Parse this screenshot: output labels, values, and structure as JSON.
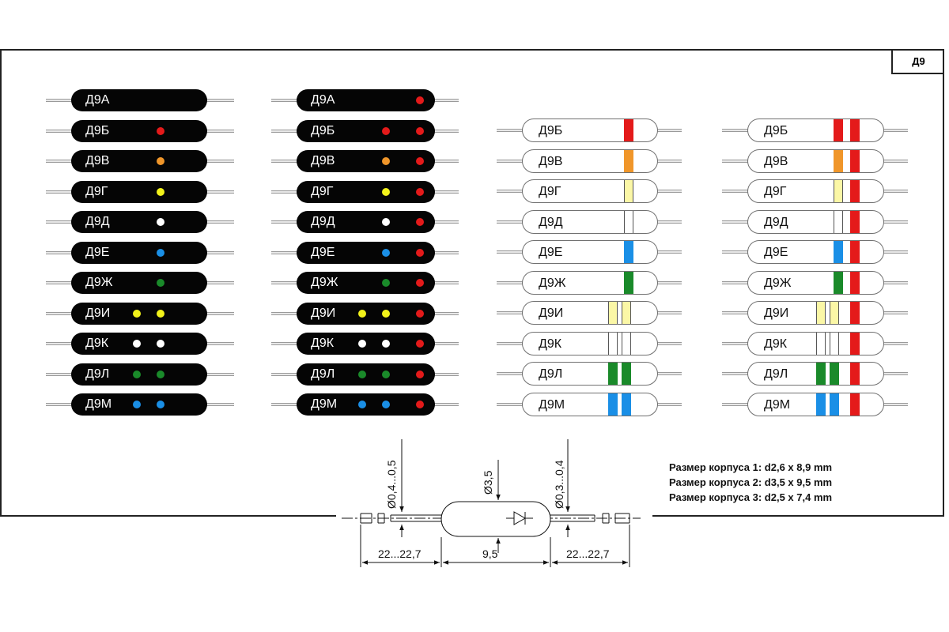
{
  "title": "Д9",
  "colors": {
    "red": "#e41a1a",
    "orange": "#f0962a",
    "yellow": "#f2f21a",
    "white": "#ffffff",
    "blue": "#1a8fe6",
    "green": "#1a8a2a",
    "pale_yellow": "#fbf7a6",
    "band_white": "#ffffff"
  },
  "columns": [
    {
      "style": "black",
      "cathode_dot": false,
      "rows": [
        {
          "label": "Д9А",
          "marks": []
        },
        {
          "label": "Д9Б",
          "marks": [
            "red"
          ]
        },
        {
          "label": "Д9В",
          "marks": [
            "orange"
          ]
        },
        {
          "label": "Д9Г",
          "marks": [
            "yellow"
          ]
        },
        {
          "label": "Д9Д",
          "marks": [
            "white"
          ]
        },
        {
          "label": "Д9Е",
          "marks": [
            "blue"
          ]
        },
        {
          "label": "Д9Ж",
          "marks": [
            "green"
          ]
        },
        {
          "label": "Д9И",
          "marks": [
            "yellow",
            "yellow"
          ]
        },
        {
          "label": "Д9К",
          "marks": [
            "white",
            "white"
          ]
        },
        {
          "label": "Д9Л",
          "marks": [
            "green",
            "green"
          ]
        },
        {
          "label": "Д9М",
          "marks": [
            "blue",
            "blue"
          ]
        }
      ]
    },
    {
      "style": "black",
      "cathode_dot": true,
      "rows": [
        {
          "label": "Д9А",
          "marks": []
        },
        {
          "label": "Д9Б",
          "marks": [
            "red"
          ]
        },
        {
          "label": "Д9В",
          "marks": [
            "orange"
          ]
        },
        {
          "label": "Д9Г",
          "marks": [
            "yellow"
          ]
        },
        {
          "label": "Д9Д",
          "marks": [
            "white"
          ]
        },
        {
          "label": "Д9Е",
          "marks": [
            "blue"
          ]
        },
        {
          "label": "Д9Ж",
          "marks": [
            "green"
          ]
        },
        {
          "label": "Д9И",
          "marks": [
            "yellow",
            "yellow"
          ]
        },
        {
          "label": "Д9К",
          "marks": [
            "white",
            "white"
          ]
        },
        {
          "label": "Д9Л",
          "marks": [
            "green",
            "green"
          ]
        },
        {
          "label": "Д9М",
          "marks": [
            "blue",
            "blue"
          ]
        }
      ]
    },
    {
      "style": "glass",
      "cathode_band": false,
      "rows": [
        {
          "label": "Д9Б",
          "marks": [
            "red"
          ]
        },
        {
          "label": "Д9В",
          "marks": [
            "orange"
          ]
        },
        {
          "label": "Д9Г",
          "marks": [
            "pale_yellow"
          ]
        },
        {
          "label": "Д9Д",
          "marks": [
            "band_white"
          ]
        },
        {
          "label": "Д9Е",
          "marks": [
            "blue"
          ]
        },
        {
          "label": "Д9Ж",
          "marks": [
            "green"
          ]
        },
        {
          "label": "Д9И",
          "marks": [
            "pale_yellow",
            "pale_yellow"
          ]
        },
        {
          "label": "Д9К",
          "marks": [
            "band_white",
            "band_white"
          ]
        },
        {
          "label": "Д9Л",
          "marks": [
            "green",
            "green"
          ]
        },
        {
          "label": "Д9М",
          "marks": [
            "blue",
            "blue"
          ]
        }
      ]
    },
    {
      "style": "glass",
      "cathode_band": true,
      "rows": [
        {
          "label": "Д9Б",
          "marks": [
            "red"
          ]
        },
        {
          "label": "Д9В",
          "marks": [
            "orange"
          ]
        },
        {
          "label": "Д9Г",
          "marks": [
            "pale_yellow"
          ]
        },
        {
          "label": "Д9Д",
          "marks": [
            "band_white"
          ]
        },
        {
          "label": "Д9Е",
          "marks": [
            "blue"
          ]
        },
        {
          "label": "Д9Ж",
          "marks": [
            "green"
          ]
        },
        {
          "label": "Д9И",
          "marks": [
            "pale_yellow",
            "pale_yellow"
          ]
        },
        {
          "label": "Д9К",
          "marks": [
            "band_white",
            "band_white"
          ]
        },
        {
          "label": "Д9Л",
          "marks": [
            "green",
            "green"
          ]
        },
        {
          "label": "Д9М",
          "marks": [
            "blue",
            "blue"
          ]
        }
      ]
    }
  ],
  "drawing": {
    "lead_left_diameter": "Ø0,4...0,5",
    "body_diameter": "Ø3,5",
    "lead_right_diameter": "Ø0,3...0,4",
    "lead_left_length": "22...22,7",
    "body_length": "9,5",
    "lead_right_length": "22...22,7"
  },
  "body_sizes": [
    "Размер корпуса 1: d2,6 x 8,9 mm",
    "Размер корпуса 2: d3,5 x 9,5 mm",
    "Размер корпуса 3: d2,5 x 7,4 mm"
  ]
}
